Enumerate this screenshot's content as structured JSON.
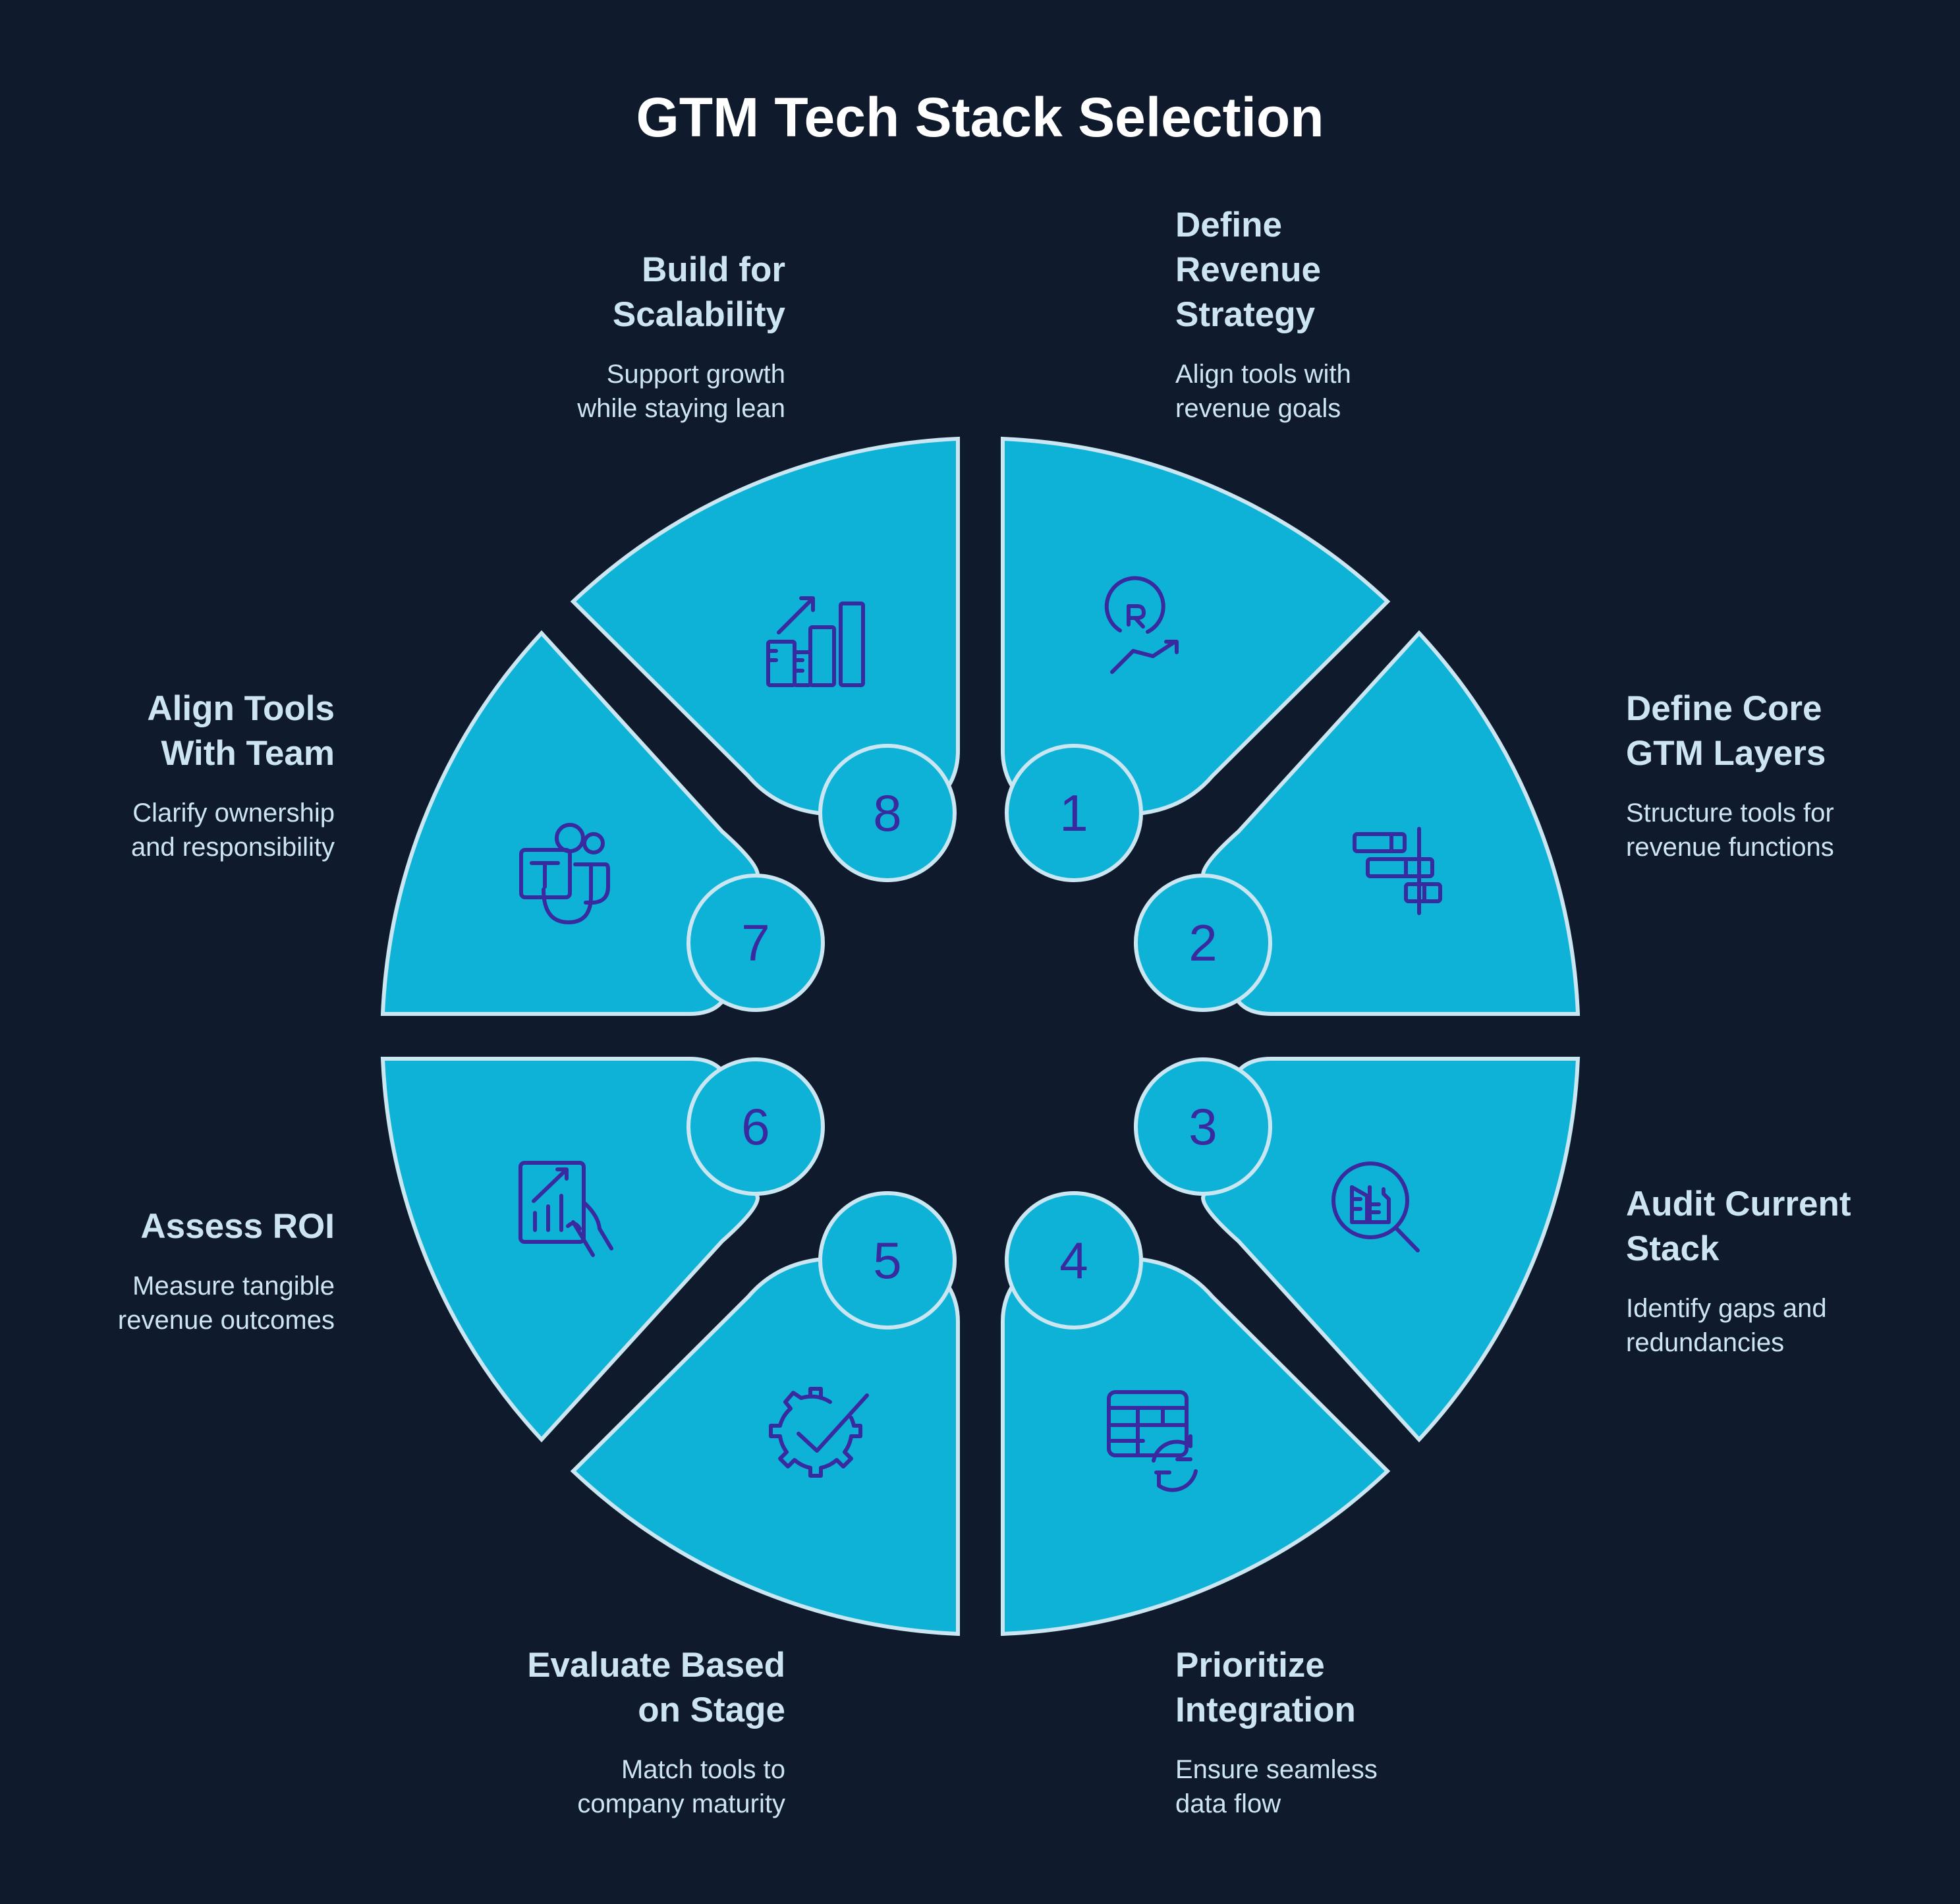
{
  "title": "GTM Tech Stack Selection",
  "colors": {
    "background": "#0f1b2d",
    "segment_fill": "#0db2d6",
    "segment_stroke": "#c9e6f2",
    "icon_and_number": "#3a2aa0",
    "label_text": "#cde4f2",
    "title_text": "#ffffff"
  },
  "steps": [
    {
      "number": "1",
      "title_lines": [
        "Define",
        "Revenue",
        "Strategy"
      ],
      "desc_lines": [
        "Align tools with",
        "revenue goals"
      ],
      "icon": "revenue-growth-icon"
    },
    {
      "number": "2",
      "title_lines": [
        "Define Core",
        "GTM Layers"
      ],
      "desc_lines": [
        "Structure tools for",
        "revenue functions"
      ],
      "icon": "layers-alignment-icon"
    },
    {
      "number": "3",
      "title_lines": [
        "Audit Current",
        "Stack"
      ],
      "desc_lines": [
        "Identify gaps and",
        "redundancies"
      ],
      "icon": "magnifier-buildings-icon"
    },
    {
      "number": "4",
      "title_lines": [
        "Prioritize",
        "Integration"
      ],
      "desc_lines": [
        "Ensure seamless",
        "data flow"
      ],
      "icon": "table-sync-icon"
    },
    {
      "number": "5",
      "title_lines": [
        "Evaluate Based",
        "on Stage"
      ],
      "desc_lines": [
        "Match tools to",
        "company maturity"
      ],
      "icon": "gear-check-icon"
    },
    {
      "number": "6",
      "title_lines": [
        "Assess ROI"
      ],
      "desc_lines": [
        "Measure tangible",
        "revenue outcomes"
      ],
      "icon": "tablet-chart-icon"
    },
    {
      "number": "7",
      "title_lines": [
        "Align Tools",
        "With Team"
      ],
      "desc_lines": [
        "Clarify ownership",
        "and responsibility"
      ],
      "icon": "team-collab-icon"
    },
    {
      "number": "8",
      "title_lines": [
        "Build for",
        "Scalability"
      ],
      "desc_lines": [
        "Support growth",
        "while staying lean"
      ],
      "icon": "bar-chart-growth-icon"
    }
  ]
}
